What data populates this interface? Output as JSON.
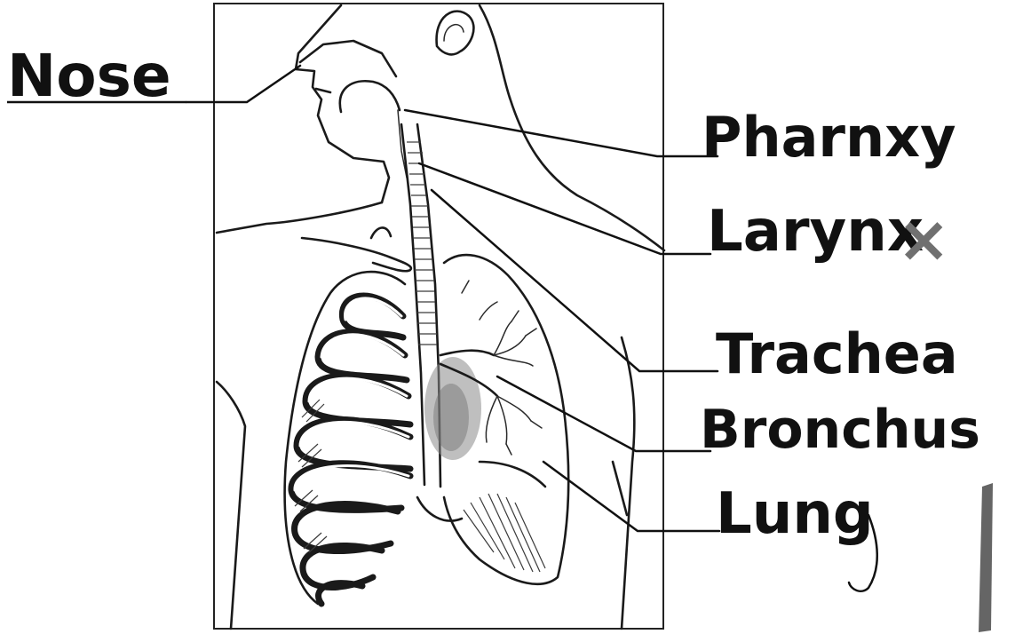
{
  "diagram": {
    "labels": {
      "nose": "Nose",
      "pharynx": "Pharnxy",
      "larynx": "Larynx",
      "trachea": "Trachea",
      "bronchus": "Bronchus",
      "lung": "Lung"
    },
    "mark": "×",
    "colors": {
      "ink": "#111111",
      "mark": "#707070",
      "heart_shade": "#8a8a8a",
      "pencil": "#4a4a4a"
    }
  }
}
